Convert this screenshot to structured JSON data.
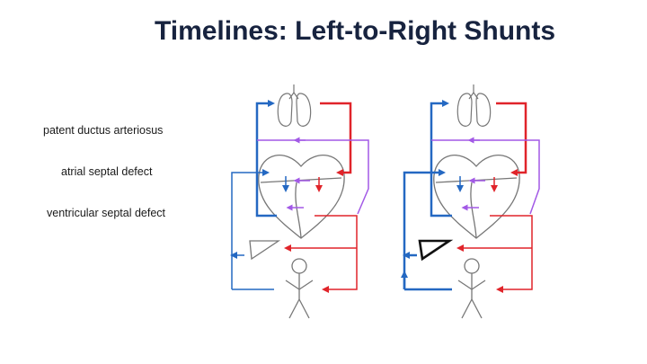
{
  "slide": {
    "title": "Timelines: Left-to-Right Shunts"
  },
  "labels": [
    "patent ductus arteriosus",
    "atrial septal defect",
    "ventricular septal defect"
  ],
  "colors": {
    "deoxygenated": "#2468c2",
    "oxygenated": "#e0242a",
    "shunt": "#a259e6",
    "outline": "#777777",
    "title": "#17233f"
  },
  "icons": [
    "lungs-icon",
    "heart-icon",
    "body-figure-icon",
    "tissue-triangle-icon"
  ]
}
